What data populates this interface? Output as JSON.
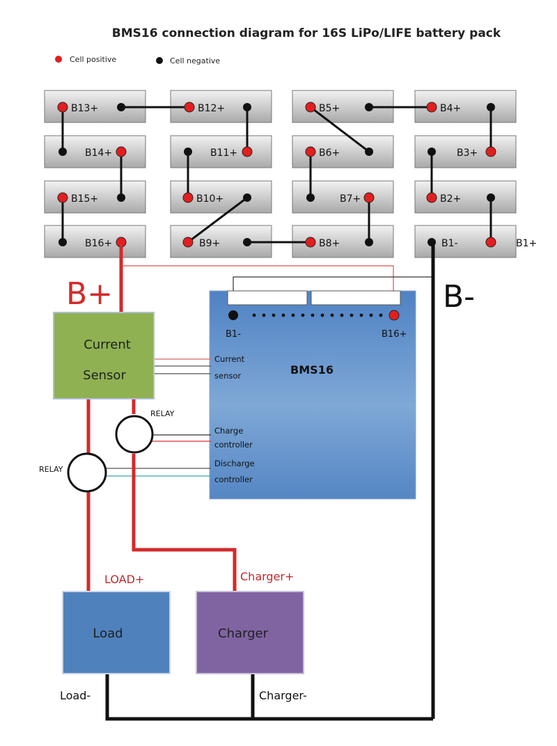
{
  "title": "BMS16 connection diagram for 16S LiPo/LIFE battery pack",
  "legend": {
    "positive": "Cell positive",
    "negative": "Cell negative"
  },
  "cells": [
    {
      "label": "B13+"
    },
    {
      "label": "B12+"
    },
    {
      "label": "B5+"
    },
    {
      "label": "B4+"
    },
    {
      "label": "B14+"
    },
    {
      "label": "B11+"
    },
    {
      "label": "B6+"
    },
    {
      "label": "B3+"
    },
    {
      "label": "B15+"
    },
    {
      "label": "B10+"
    },
    {
      "label": "B7+"
    },
    {
      "label": "B2+"
    },
    {
      "label": "B16+"
    },
    {
      "label": "B9+"
    },
    {
      "label": "B8+"
    },
    {
      "label": "B1-"
    }
  ],
  "b1_plus_label": "B1+",
  "b_plus": "B+",
  "b_minus": "B-",
  "current_sensor": {
    "line1": "Current",
    "line2": "Sensor"
  },
  "bms": {
    "title": "BMS16",
    "b1_minus": "B1-",
    "b16_plus": "B16+",
    "current_sensor_port": {
      "line1": "Current",
      "line2": "sensor"
    },
    "charge_port": {
      "line1": "Charge",
      "line2": "controller"
    },
    "discharge_port": {
      "line1": "Discharge",
      "line2": "controller"
    }
  },
  "relay_charge": "RELAY",
  "relay_discharge": "RELAY",
  "load": {
    "label": "Load",
    "plus": "LOAD+",
    "minus": "Load-"
  },
  "charger": {
    "label": "Charger",
    "plus": "Charger+",
    "minus": "Charger-"
  },
  "colors": {
    "positive": "#e41e1e",
    "wire_red": "#d42a2a",
    "sensor_green": "#8fb152",
    "load_blue": "#4f81bd",
    "charger_purple": "#8064a2",
    "bms_blue": "#5f8fc9"
  }
}
